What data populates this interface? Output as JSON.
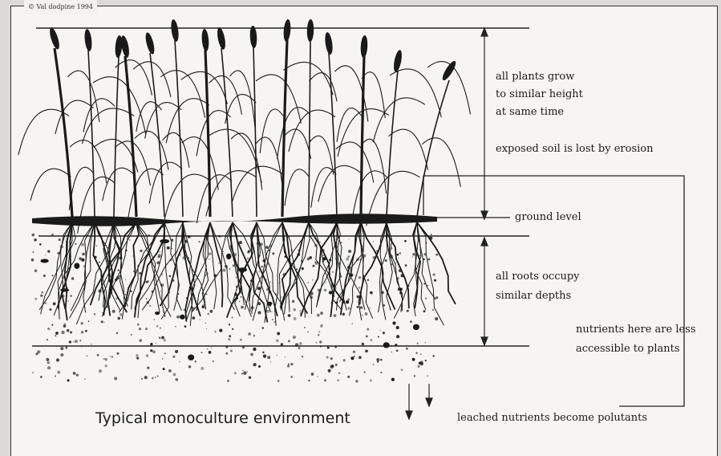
{
  "copyright": "© Val dodpine 1994",
  "caption": "Typical monoculture environment",
  "labels": {
    "height_1": "all plants grow",
    "height_2": "to similar height",
    "height_3": "at same time",
    "erosion": "exposed soil is lost by erosion",
    "ground": "ground level",
    "roots_1": "all roots occupy",
    "roots_2": "similar depths",
    "nutrients_1": "nutrients here are less",
    "nutrients_2": "accessible to plants",
    "leached": "leached nutrients become polutants"
  },
  "colors": {
    "ink": "#1a1a1a",
    "paper": "#f7f6f2"
  }
}
